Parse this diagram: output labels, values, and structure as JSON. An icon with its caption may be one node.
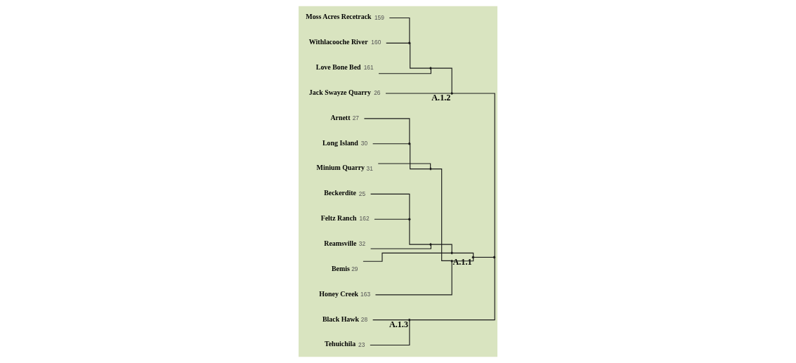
{
  "diagram": {
    "nodes": [
      {
        "text": [
          "Moss Acres Recetrack"
        ],
        "beside": [
          "159"
        ]
      },
      {
        "text": [
          "Withlacooche River"
        ],
        "beside": [
          "160"
        ]
      },
      {
        "text": [
          "Love Bone Bed"
        ],
        "beside": [
          "161"
        ]
      },
      {
        "text": [
          "Jack Swayze Quarry"
        ],
        "beside": [
          "26"
        ]
      },
      {
        "text": [
          "Arnett"
        ],
        "beside": [
          "27"
        ]
      },
      {
        "text": [
          "Long Island"
        ],
        "beside": [
          "30"
        ]
      },
      {
        "text": [
          "Minium Quarry"
        ],
        "beside": [
          "31"
        ]
      },
      {
        "text": [
          "Beckerdite"
        ],
        "beside": [
          "25"
        ]
      },
      {
        "text": [
          "Feltz Ranch"
        ],
        "beside": [
          "162"
        ]
      },
      {
        "text": [
          "Reamsville"
        ],
        "beside": [
          "32"
        ]
      },
      {
        "text": [
          "Bemis"
        ],
        "beside": [
          "29"
        ]
      },
      {
        "text": [
          "Honey Creek"
        ],
        "beside": [
          "163"
        ]
      },
      {
        "text": [
          "Black Hawk"
        ],
        "beside": [
          "28"
        ]
      },
      {
        "text": [
          "Tehuichila"
        ],
        "beside": [
          "23"
        ]
      },
      {
        "text": [],
        "shape": "point"
      },
      {
        "text": [],
        "shape": "point"
      },
      {
        "text": [],
        "shape": "point",
        "beside": [
          "A.1.2"
        ]
      },
      {
        "text": [],
        "shape": "point"
      },
      {
        "text": [],
        "shape": "point"
      },
      {
        "text": [],
        "shape": "point"
      },
      {
        "text": [],
        "shape": "point"
      },
      {
        "text": [],
        "shape": "point"
      },
      {
        "text": [],
        "shape": "point"
      },
      {
        "text": [],
        "shape": "point",
        "beside": [
          "A.1.1"
        ]
      },
      {
        "text": [],
        "shape": "point",
        "beside": [
          "A.1.3"
        ]
      },
      {
        "text": [],
        "shape": "point"
      }
    ],
    "edges": [
      {
        "from": 0,
        "to": 14,
        "arrow": "none"
      },
      {
        "from": 1,
        "to": 14,
        "arrow": "none"
      },
      {
        "from": 14,
        "to": 15,
        "arrow": "none"
      },
      {
        "from": 2,
        "to": 15,
        "arrow": "none"
      },
      {
        "from": 15,
        "to": 16,
        "arrow": "none"
      },
      {
        "from": 3,
        "to": 16,
        "arrow": "none"
      },
      {
        "from": 4,
        "to": 17,
        "arrow": "none"
      },
      {
        "from": 5,
        "to": 17,
        "arrow": "none"
      },
      {
        "from": 17,
        "to": 18,
        "arrow": "none"
      },
      {
        "from": 6,
        "to": 18,
        "arrow": "none"
      },
      {
        "from": 7,
        "to": 19,
        "arrow": "none"
      },
      {
        "from": 8,
        "to": 19,
        "arrow": "none"
      },
      {
        "from": 19,
        "to": 20,
        "arrow": "none"
      },
      {
        "from": 9,
        "to": 20,
        "arrow": "none"
      },
      {
        "from": 20,
        "to": 21,
        "arrow": "none"
      },
      {
        "from": 10,
        "to": 21,
        "arrow": "none"
      },
      {
        "from": 18,
        "to": 22,
        "arrow": "none"
      },
      {
        "from": 11,
        "to": 22,
        "arrow": "none"
      },
      {
        "from": 22,
        "to": 23,
        "arrow": "none"
      },
      {
        "from": 21,
        "to": 23,
        "arrow": "none"
      },
      {
        "from": 12,
        "to": 24,
        "arrow": "none"
      },
      {
        "from": 13,
        "to": 24,
        "arrow": "none"
      },
      {
        "from": 16,
        "to": 25,
        "arrow": "none"
      },
      {
        "from": 23,
        "to": 25,
        "arrow": "none"
      },
      {
        "from": 24,
        "to": 25,
        "arrow": "none"
      }
    ]
  }
}
